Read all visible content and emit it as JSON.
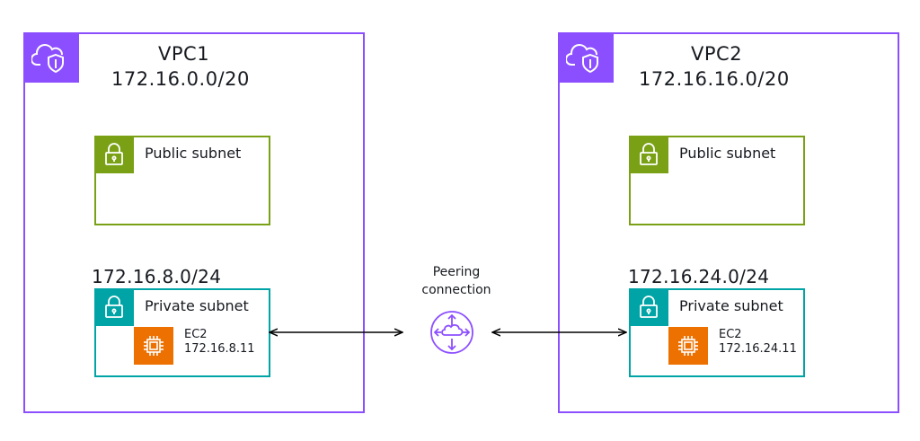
{
  "vpcs": [
    {
      "name": "VPC1",
      "cidr": "172.16.0.0/20",
      "public_subnet": {
        "label": "Public subnet"
      },
      "private_subnet": {
        "cidr": "172.16.8.0/24",
        "label": "Private subnet",
        "instance": {
          "type": "EC2",
          "ip": "172.16.8.11"
        }
      }
    },
    {
      "name": "VPC2",
      "cidr": "172.16.16.0/20",
      "public_subnet": {
        "label": "Public subnet"
      },
      "private_subnet": {
        "cidr": "172.16.24.0/24",
        "label": "Private subnet",
        "instance": {
          "type": "EC2",
          "ip": "172.16.24.11"
        }
      }
    }
  ],
  "peering": {
    "line1": "Peering",
    "line2": "connection"
  },
  "icons": {
    "vpc": "vpc-cloud-shield-icon",
    "subnet": "padlock-icon",
    "ec2": "ec2-chip-icon",
    "peering": "peering-connection-icon"
  },
  "colors": {
    "vpc": "#8c4fff",
    "public_subnet": "#7aa116",
    "private_subnet": "#00a4a6",
    "ec2": "#ed7100",
    "peering": "#8c4fff"
  }
}
